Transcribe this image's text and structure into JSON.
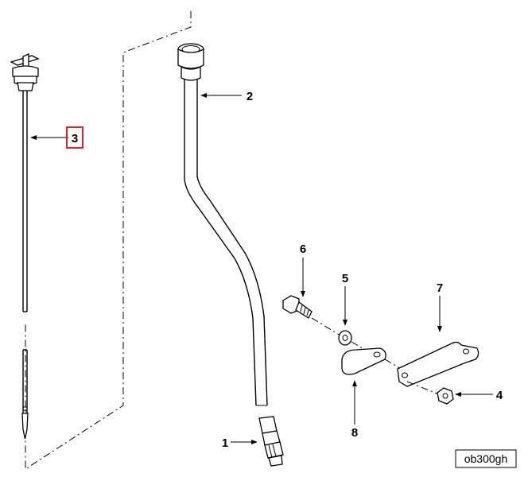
{
  "callouts": {
    "c1": "1",
    "c2": "2",
    "c3": "3",
    "c4": "4",
    "c5": "5",
    "c6": "6",
    "c7": "7",
    "c8": "8"
  },
  "highlighted_callout": "3",
  "highlight_color": "#d9262c",
  "reference_code": "ob300gh"
}
